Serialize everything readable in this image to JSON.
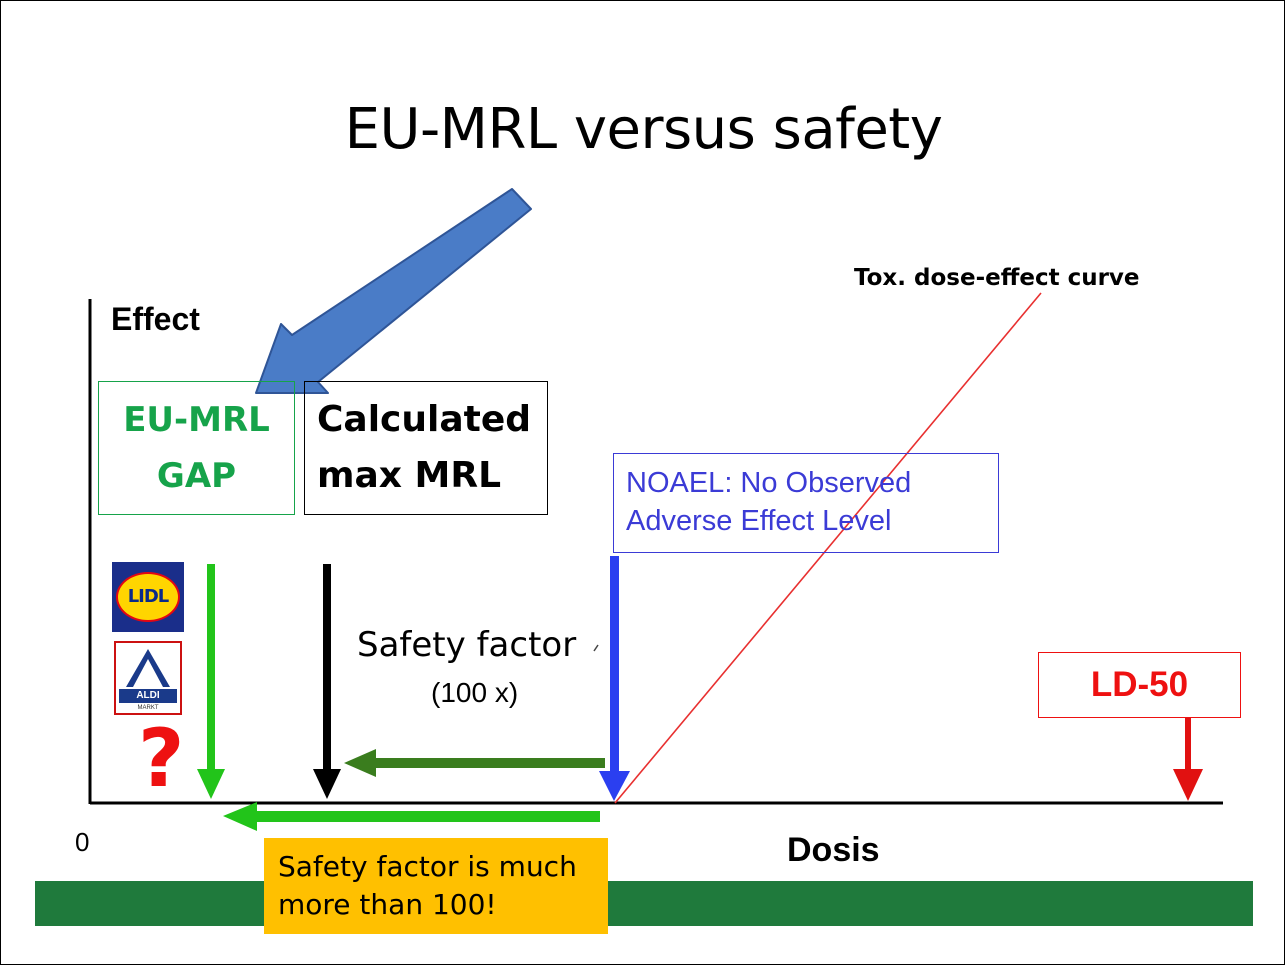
{
  "slide": {
    "title": "EU-MRL versus safety",
    "axis": {
      "y_label": "Effect",
      "x_label": "Dosis",
      "origin_label": "0"
    },
    "curve_label": "Tox. dose-effect curve",
    "boxes": {
      "eu_mrl": [
        "EU-MRL",
        "GAP"
      ],
      "calculated": [
        "Calculated",
        "max MRL"
      ],
      "noael": [
        "NOAEL: No Observed",
        "Adverse Effect Level"
      ],
      "ld50": "LD-50"
    },
    "safety_factor": {
      "label": "Safety factor",
      "value": "(100 x)"
    },
    "note": [
      "Safety factor is much",
      "more than 100!"
    ],
    "question_mark": "?",
    "logos": {
      "lidl": "LIDL",
      "aldi": "ALDI",
      "aldi_sub": "MARKT"
    },
    "colors": {
      "eu_green": "#16a34a",
      "arrow_green": "#22c41a",
      "dark_green": "#3a7d1e",
      "noael_blue": "#2b3ff0",
      "ld_red": "#e11111",
      "callout_blue": "#4a7cc7",
      "note_yellow": "#ffc000",
      "band_green": "#1f7a3c"
    }
  }
}
